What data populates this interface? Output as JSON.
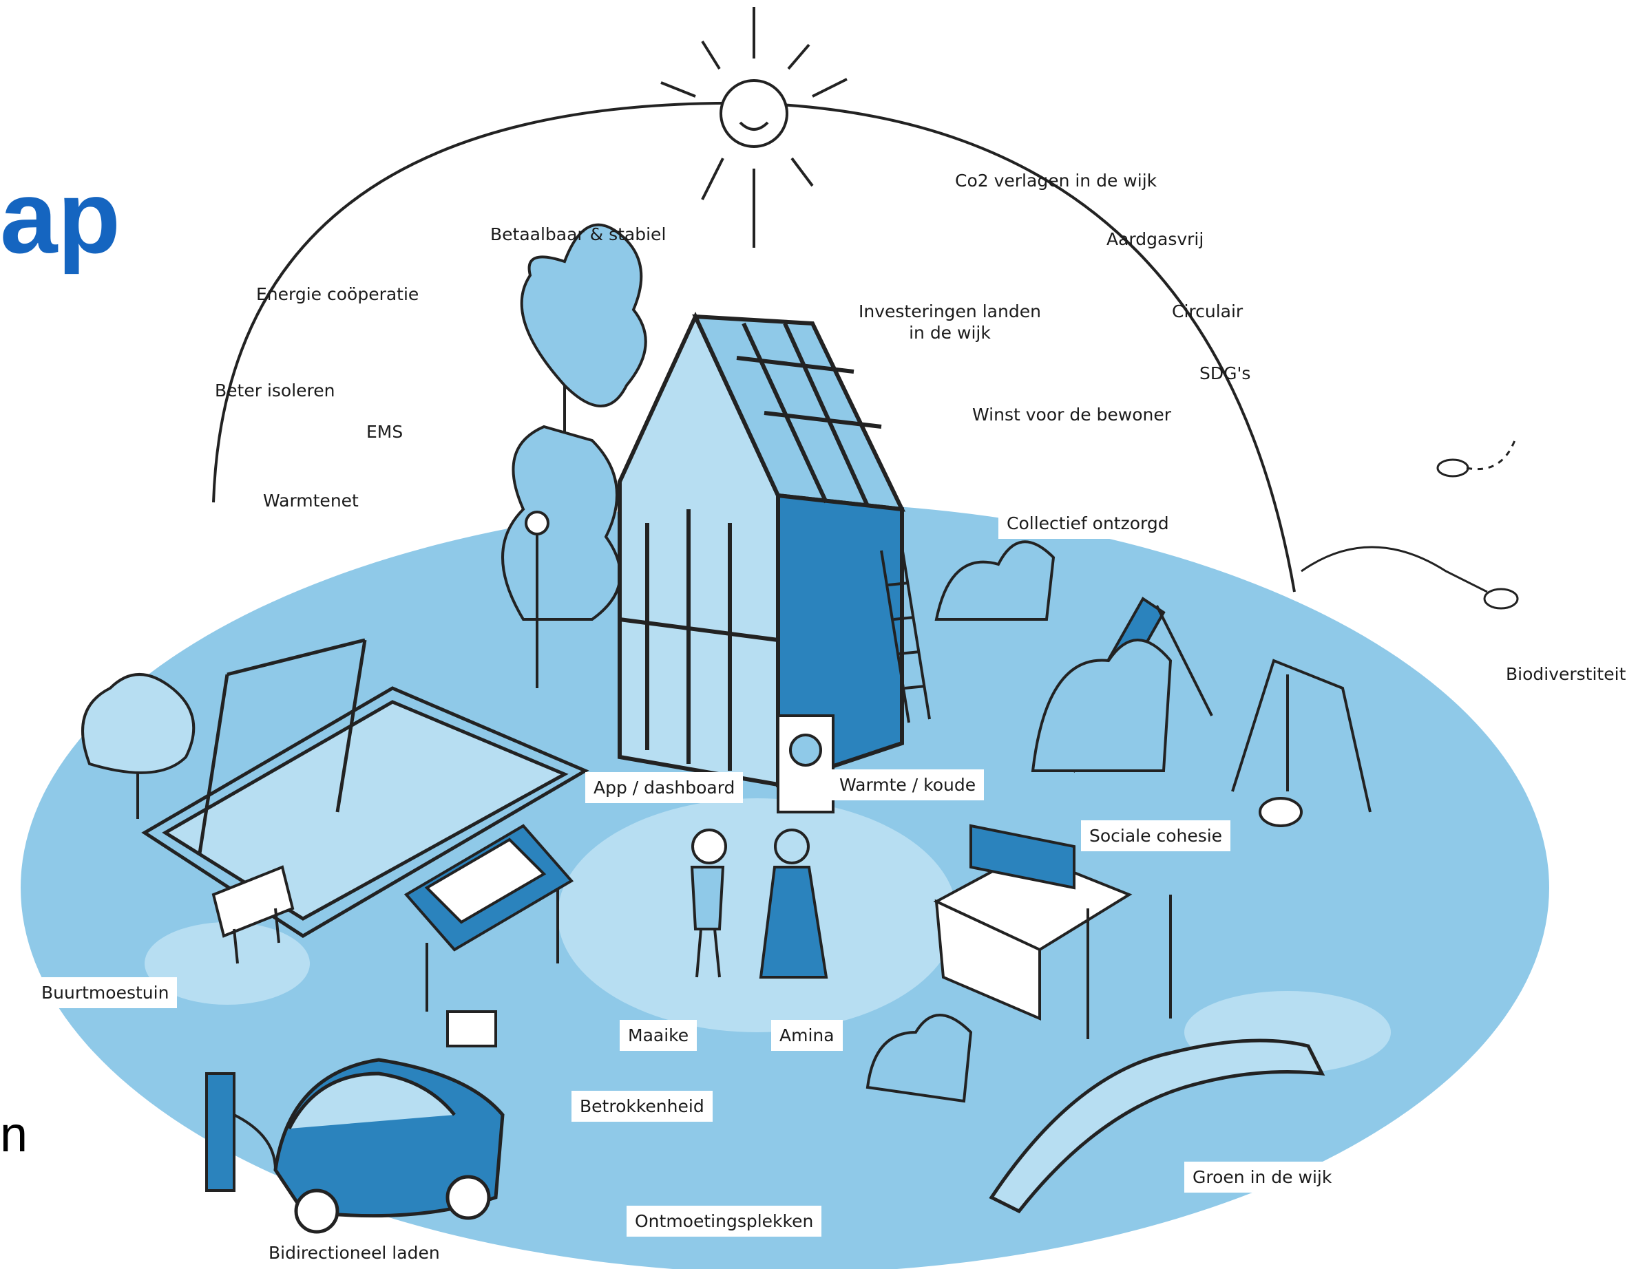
{
  "title_fragment": "ap",
  "edge_glyph": "n",
  "labels": {
    "co2": "Co2 verlagen in de wijk",
    "betaalbaar": "Betaalbaar & stabiel",
    "aardgasvrij": "Aardgasvrij",
    "energie_cooperatie": "Energie coöperatie",
    "investeringen_line1": "Investeringen landen",
    "investeringen_line2": "in de wijk",
    "circulair": "Circulair",
    "sdgs": "SDG's",
    "beter_isoleren": "Beter isoleren",
    "ems": "EMS",
    "winst": "Winst voor de bewoner",
    "warmtenet": "Warmtenet",
    "collectief": "Collectief ontzorgd",
    "biodiversiteit": "Biodiverstiteit",
    "app_dashboard": "App / dashboard",
    "warmte_koude": "Warmte / koude",
    "sociale_cohesie": "Sociale cohesie",
    "buurtmoestuin": "Buurtmoestuin",
    "maaike": "Maaike",
    "amina": "Amina",
    "betrokkenheid": "Betrokkenheid",
    "groen": "Groen in de wijk",
    "ontmoetingsplekken": "Ontmoetingsplekken",
    "bidirectioneel": "Bidirectioneel laden"
  },
  "colors": {
    "ellipse": "#8fc9e8",
    "ellipse_light": "#b7def2",
    "accent_dark": "#2b83bd",
    "title": "#1565c0",
    "ink": "#1b1b1b"
  }
}
